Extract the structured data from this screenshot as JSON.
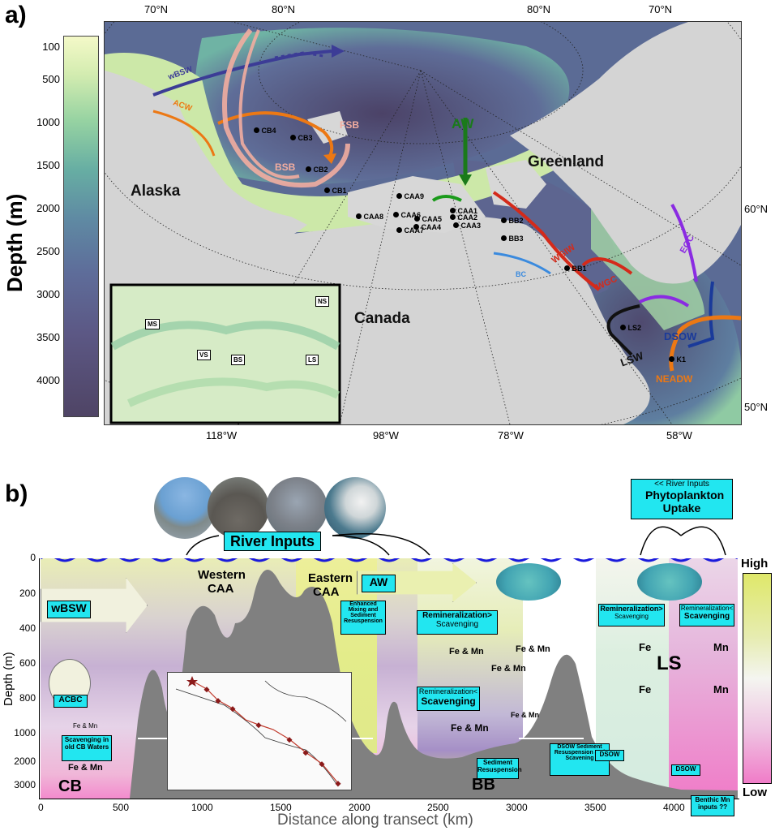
{
  "panel_a": {
    "letter": "a)",
    "colorbar": {
      "label": "Depth (m)",
      "ticks": [
        "100",
        "500",
        "1000",
        "1500",
        "2000",
        "2500",
        "3000",
        "3500",
        "4000"
      ]
    },
    "top_lat_labels": [
      "70°N",
      "80°N",
      "80°N",
      "70°N"
    ],
    "right_lat_labels": [
      "60°N",
      "50°N"
    ],
    "bottom_lon_labels": [
      "118°W",
      "98°W",
      "78°W",
      "58°W"
    ],
    "regions": [
      "Alaska",
      "Canada",
      "Greenland"
    ],
    "currents": [
      "wBSW",
      "ACW",
      "BSB",
      "FSB",
      "AW",
      "WGIW",
      "EGC",
      "WGC",
      "BC",
      "DSOW",
      "LSW",
      "NEADW"
    ],
    "stations": [
      "CB4",
      "CB3",
      "CB2",
      "CB1",
      "CAA9",
      "CAA8",
      "CAA6",
      "CAA5",
      "CAA4",
      "CAA7",
      "CAA1",
      "CAA2",
      "CAA3",
      "BB2",
      "BB3",
      "BB1",
      "LS2",
      "K1"
    ],
    "inset_labels": [
      "MS",
      "NS",
      "VS",
      "BS",
      "LS"
    ]
  },
  "panel_b": {
    "letter": "b)",
    "ylabel": "Depth (m)",
    "xlabel": "Distance along transect (km)",
    "yticks": [
      "0",
      "200",
      "400",
      "600",
      "800",
      "1000",
      "2000",
      "3000"
    ],
    "xticks": [
      "0",
      "500",
      "1000",
      "1500",
      "2000",
      "2500",
      "3000",
      "3500",
      "4000"
    ],
    "legend_high": "High",
    "legend_low": "Low",
    "boxes": {
      "river_inputs": "River Inputs",
      "river_inputs_small": "<< River Inputs",
      "phyto": "Phytoplankton Uptake",
      "wbsw": "wBSW",
      "aw": "AW",
      "acbc": "ACBC",
      "mixing": "Enhanced Mixing and Sediment Resuspension",
      "remin_gt": "Remineralization>",
      "scav_small": "Scavenging",
      "remin_lt": "Remineralization<",
      "scav_big": "Scavenging",
      "scav_cb": "Scavenging in old CB Waters",
      "sed_res": "Sediment Resuspension",
      "dsow_res": "DSOW Sediment Resuspension and Scavening",
      "ls_remin_gt": "Remineralization>",
      "ls_scav_small": "Scavenging",
      "ls_remin_lt": "Remineralization<",
      "ls_scav_big": "Scavenging",
      "benthic": "Benthic Mn inputs ??",
      "dsow1": "DSOW",
      "dsow2": "DSOW"
    },
    "labels": {
      "western": "Western",
      "caa1": "CAA",
      "eastern": "Eastern",
      "caa2": "CAA",
      "cb": "CB",
      "bb": "BB",
      "ls": "LS",
      "fe_mn": "Fe & Mn",
      "fe": "Fe",
      "mn": "Mn"
    }
  },
  "colors": {
    "depth_shallow": "#f2f7c4",
    "depth_deep": "#4f4465",
    "land": "#d4d4d4",
    "cyan_box": "#22e6f0",
    "topo": "#808080"
  }
}
